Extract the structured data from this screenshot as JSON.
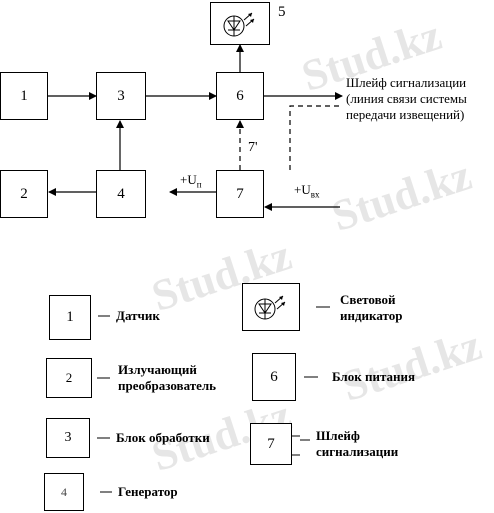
{
  "diagram": {
    "blocks": {
      "b1": "1",
      "b2": "2",
      "b3": "3",
      "b4": "4",
      "b6": "6",
      "b7": "7",
      "b5": "5",
      "b7prime": "7'"
    },
    "signal_loop_label_lines": [
      "Шлейф сигнализации",
      "(линия связи системы",
      "передачи извещений)"
    ],
    "u_p": {
      "main": "+U",
      "sub": "п"
    },
    "u_in": {
      "main": "+U",
      "sub": "вх"
    }
  },
  "legend": {
    "items": [
      {
        "num": "1",
        "label": "Датчик"
      },
      {
        "num": "2",
        "label_lines": [
          "Излучающий",
          "преобразователь"
        ]
      },
      {
        "num": "3",
        "label": "Блок обработки"
      },
      {
        "num": "4",
        "label": "Генератор"
      },
      {
        "icon": "led-indicator-icon",
        "label_lines": [
          "Световой",
          "индикатор"
        ]
      },
      {
        "num": "6",
        "label": "Блок питания"
      },
      {
        "num": "7",
        "label_lines": [
          "Шлейф",
          "сигнализации"
        ]
      }
    ]
  },
  "watermark": "Stud.kz"
}
